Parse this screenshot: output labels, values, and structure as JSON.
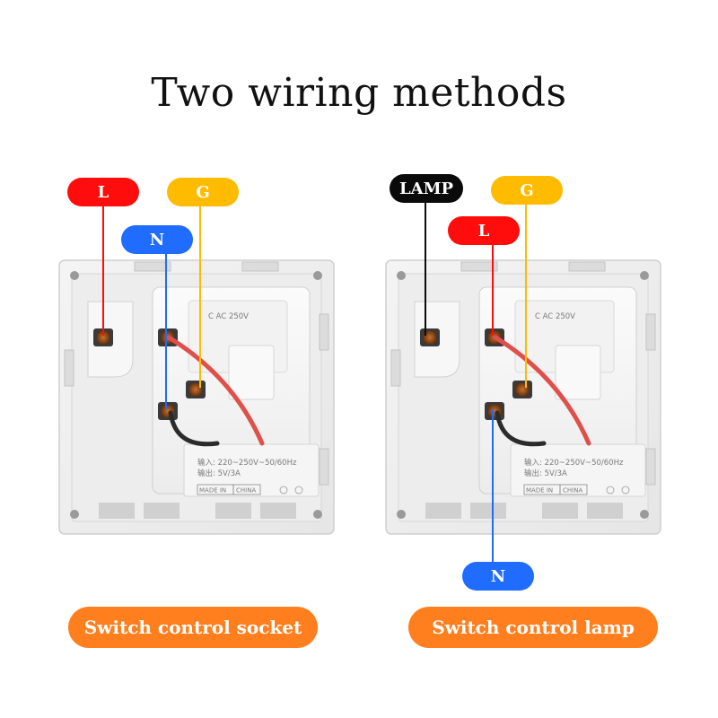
{
  "title": "Two wiring methods",
  "left_diagram": {
    "labels": {
      "L": "L",
      "G": "G",
      "N": "N"
    },
    "caption": "Switch control socket",
    "spec_line1": "输入: 220~250V~50/60Hz",
    "spec_line2": "输出: 5V/3A",
    "made_in": "MADE IN",
    "country": "CHINA"
  },
  "right_diagram": {
    "labels": {
      "LAMP": "LAMP",
      "L": "L",
      "G": "G",
      "N": "N"
    },
    "caption": "Switch control lamp",
    "spec_line1": "输入: 220~250V~50/60Hz",
    "spec_line2": "输出: 5V/3A",
    "made_in": "MADE IN",
    "country": "CHINA"
  },
  "colors": {
    "live": "#ff0d0d",
    "neutral": "#1f6cff",
    "ground": "#ffbb00",
    "lamp": "#0a0a0a",
    "caption": "#ff7f1f"
  }
}
